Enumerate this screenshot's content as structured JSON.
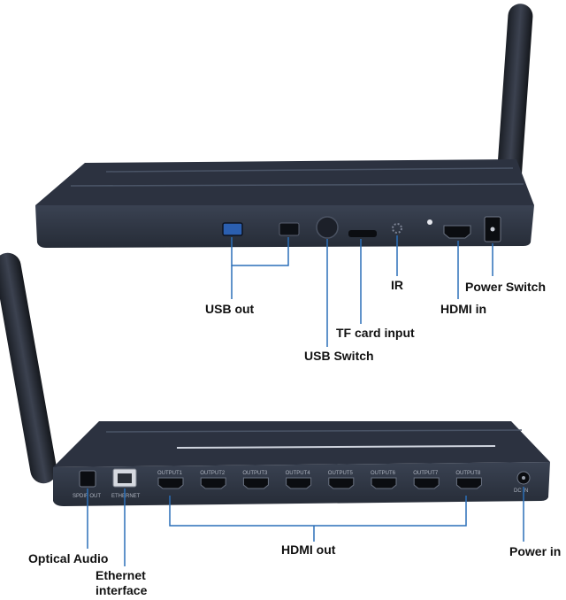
{
  "image": {
    "subject": "HDMI splitter device, front and rear panels",
    "background_color": "#ffffff",
    "device_color": "#2f3643",
    "device_edge_color": "#1e232c",
    "leader_line_color": "#2a6fb8"
  },
  "top_device": {
    "labels": {
      "usb_out": "USB out",
      "usb_switch": "USB Switch",
      "tf_card_input": "TF card input",
      "ir": "IR",
      "hdmi_in": "HDMI in",
      "power_switch": "Power Switch"
    }
  },
  "bottom_device": {
    "labels": {
      "optical_audio": "Optical Audio",
      "ethernet_interface": "Ethernet interface",
      "hdmi_out": "HDMI out",
      "power_in": "Power in"
    },
    "port_silkscreen": [
      "OUTPUT1",
      "OUTPUT2",
      "OUTPUT3",
      "OUTPUT4",
      "OUTPUT5",
      "OUTPUT6",
      "OUTPUT7",
      "OUTPUT8"
    ],
    "spdif_silkscreen": "SPDIF OUT",
    "ethernet_silkscreen": "ETHERNET",
    "dc_silkscreen": "DC IN"
  }
}
